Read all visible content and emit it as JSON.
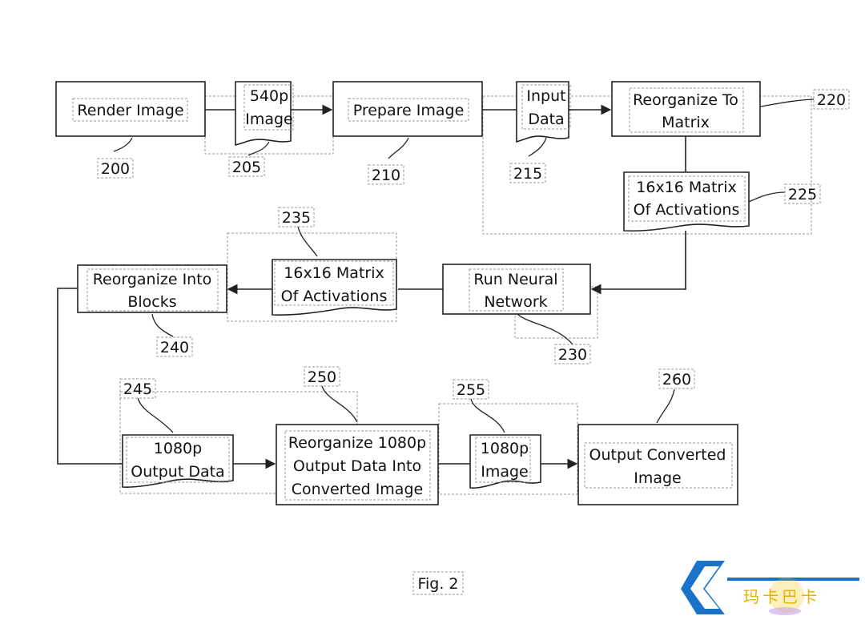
{
  "nodes": {
    "render_image": {
      "lines": [
        "Render Image"
      ]
    },
    "image_540p": {
      "lines": [
        "540p",
        "Image"
      ]
    },
    "prepare_image": {
      "lines": [
        "Prepare Image"
      ]
    },
    "input_data": {
      "lines": [
        "Input",
        "Data"
      ]
    },
    "reorganize_to_matrix": {
      "lines": [
        "Reorganize To",
        "Matrix"
      ]
    },
    "matrix_225": {
      "lines": [
        "16x16 Matrix",
        "Of Activations"
      ]
    },
    "run_neural_network": {
      "lines": [
        "Run Neural",
        "Network"
      ]
    },
    "matrix_235": {
      "lines": [
        "16x16 Matrix",
        "Of Activations"
      ]
    },
    "reorganize_into_blocks": {
      "lines": [
        "Reorganize Into",
        "Blocks"
      ]
    },
    "output_data_1080p": {
      "lines": [
        "1080p",
        "Output Data"
      ]
    },
    "reorganize_1080p": {
      "lines": [
        "Reorganize 1080p",
        "Output Data Into",
        "Converted Image"
      ]
    },
    "image_1080p": {
      "lines": [
        "1080p",
        "Image"
      ]
    },
    "output_converted_image": {
      "lines": [
        "Output Converted",
        "Image"
      ]
    }
  },
  "refs": {
    "r200": "200",
    "r205": "205",
    "r210": "210",
    "r215": "215",
    "r220": "220",
    "r225": "225",
    "r230": "230",
    "r235": "235",
    "r240": "240",
    "r245": "245",
    "r250": "250",
    "r255": "255",
    "r260": "260"
  },
  "caption": "Fig. 2",
  "watermark": {
    "text": "玛卡巴卡",
    "colors": {
      "primary": "#1a73c8",
      "accent": "#f5c400"
    }
  }
}
